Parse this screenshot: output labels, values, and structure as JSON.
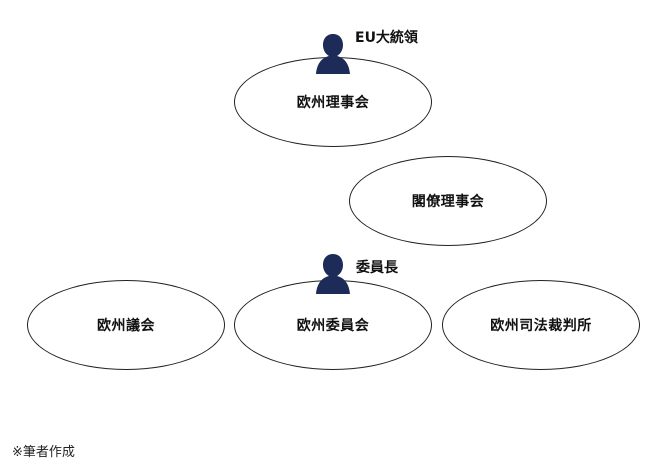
{
  "colors": {
    "person_fill": "#1c2b57",
    "oval_border": "#222222",
    "text": "#111111"
  },
  "nodes": {
    "council": "欧州理事会",
    "cabinet": "閣僚理事会",
    "parliament": "欧州議会",
    "commission": "欧州委員会",
    "court": "欧州司法裁判所"
  },
  "roles": {
    "president": {
      "label": "EU大統領",
      "icon": "person-icon"
    },
    "commissioner": {
      "label": "委員長",
      "icon": "person-icon"
    }
  },
  "footnote": "※筆者作成"
}
